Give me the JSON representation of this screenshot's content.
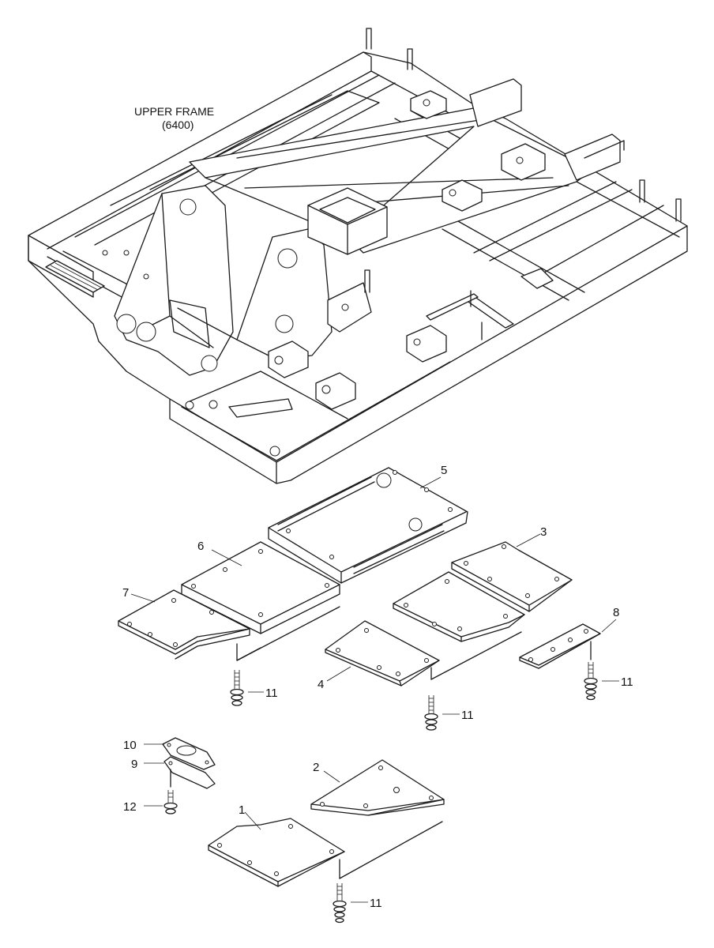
{
  "frame": {
    "title": "UPPER FRAME",
    "code": "(6400)"
  },
  "callouts": [
    {
      "id": "c1",
      "text": "1"
    },
    {
      "id": "c2",
      "text": "2"
    },
    {
      "id": "c3",
      "text": "3"
    },
    {
      "id": "c4",
      "text": "4"
    },
    {
      "id": "c5",
      "text": "5"
    },
    {
      "id": "c6",
      "text": "6"
    },
    {
      "id": "c7",
      "text": "7"
    },
    {
      "id": "c8",
      "text": "8"
    },
    {
      "id": "c9",
      "text": "9"
    },
    {
      "id": "c10",
      "text": "10"
    },
    {
      "id": "c11a",
      "text": "11"
    },
    {
      "id": "c11b",
      "text": "11"
    },
    {
      "id": "c11c",
      "text": "11"
    },
    {
      "id": "c11d",
      "text": "11"
    },
    {
      "id": "c12",
      "text": "12"
    }
  ]
}
